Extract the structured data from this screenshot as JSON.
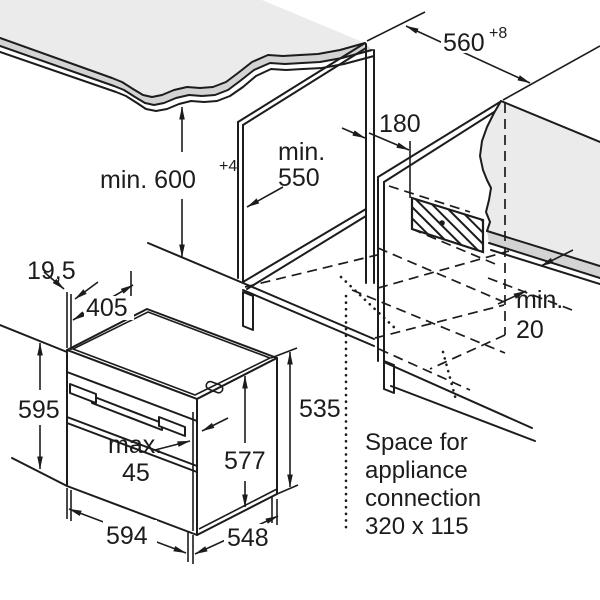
{
  "colors": {
    "line": "#1c1c1c",
    "surface": "#ebebeb",
    "surface_edge": "#d3d3d3",
    "background": "#ffffff"
  },
  "dimensions": {
    "niche_height": {
      "text": "min. 600",
      "sup": "+4"
    },
    "niche_width": {
      "text": "560",
      "sup": "+8"
    },
    "niche_depth": {
      "line1": "min.",
      "line2": "550"
    },
    "vent_offset": "180",
    "rear_gap": {
      "line1": "min.",
      "line2": "20"
    },
    "frame_gap": "19,5",
    "frame_depth": "405",
    "oven_height": "595",
    "oven_rear_height": "535",
    "oven_inner_depth": "577",
    "door_projection": {
      "line1": "max.",
      "line2": "45"
    },
    "oven_width": "594",
    "oven_depth": "548"
  },
  "note": {
    "line1": "Space for",
    "line2": "appliance",
    "line3": "connection",
    "line4": "320 x 115"
  }
}
